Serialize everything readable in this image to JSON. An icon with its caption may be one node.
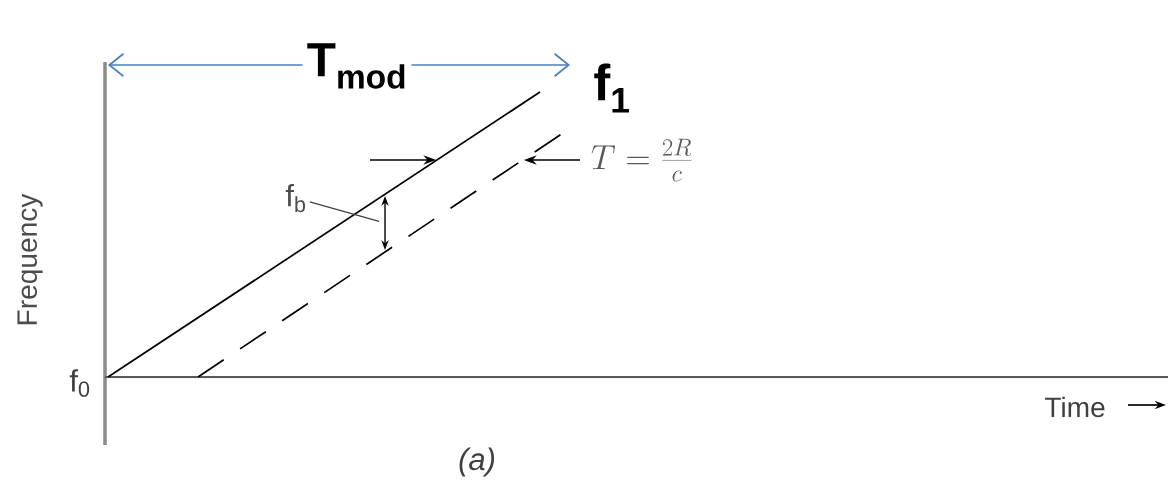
{
  "diagram": {
    "nodes": [
      {
        "text": [
          "f$_{b}$"
        ]
      },
      {
        "text": [],
        "shape": "arrow"
      }
    ],
    "edges": [
      {
        "from": 0,
        "to": 1,
        "arrow": "none"
      }
    ],
    "labels": [
      "T$_{mod}$",
      "f$_{1}$",
      "T = \\frac{2R}{c}",
      "Frequency",
      "f$_{0}$",
      "Time",
      "(a)"
    ]
  }
}
